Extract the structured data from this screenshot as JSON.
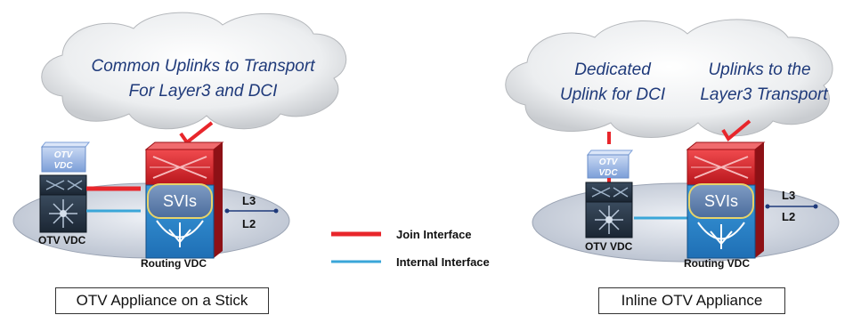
{
  "left_scenario": {
    "cloud_text_line1": "Common Uplinks to Transport",
    "cloud_text_line2": "For Layer3 and DCI",
    "otv_badge_line1": "OTV",
    "otv_badge_line2": "VDC",
    "otv_label": "OTV VDC",
    "svi_label": "SVIs",
    "routing_label": "Routing VDC",
    "l3_label": "L3",
    "l2_label": "L2",
    "caption": "OTV Appliance on a Stick"
  },
  "right_scenario": {
    "cloud_text_left_line1": "Dedicated",
    "cloud_text_left_line2": "Uplink for DCI",
    "cloud_text_right_line1": "Uplinks to the",
    "cloud_text_right_line2": "Layer3 Transport",
    "otv_badge_line1": "OTV",
    "otv_badge_line2": "VDC",
    "otv_label": "OTV VDC",
    "svi_label": "SVIs",
    "routing_label": "Routing VDC",
    "l3_label": "L3",
    "l2_label": "L2",
    "caption": "Inline OTV Appliance"
  },
  "legend": {
    "join_label": "Join Interface",
    "join_color": "#e8262b",
    "internal_label": "Internal Interface",
    "internal_color": "#3aa6d8"
  }
}
